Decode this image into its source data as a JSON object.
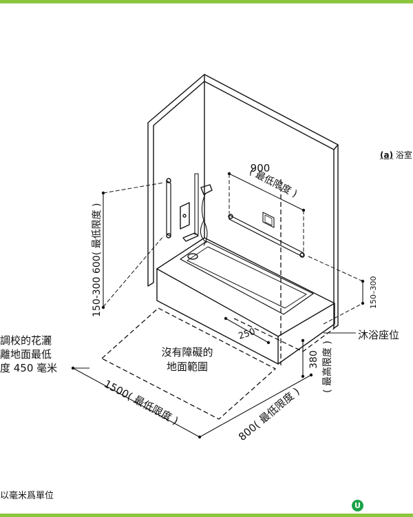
{
  "caption": {
    "label": "(a)",
    "text": "浴室"
  },
  "dims": {
    "width900": "900",
    "min_limit": "( 最低限度 )",
    "grab_height": "150-300 600( 最低限度 )",
    "side_150_300": "150–300",
    "seat_250": "250",
    "seat_label": "沐浴座位",
    "height_380": "380",
    "max_limit": "( 最高限度 )",
    "len1500": "1500( 最低限度 )",
    "dep800": "800( 最低限度 )"
  },
  "zone": {
    "line1": "沒有障礙的",
    "line2": "地面範圍"
  },
  "shower_note": {
    "line1": "調校的花灑",
    "line2": "離地面最低",
    "line3": "度 450 毫米"
  },
  "footer_note": "以毫米爲單位",
  "logo": "U",
  "colors": {
    "accent": "#8cc63f",
    "line": "#111111",
    "logo": "#1aa34a"
  }
}
